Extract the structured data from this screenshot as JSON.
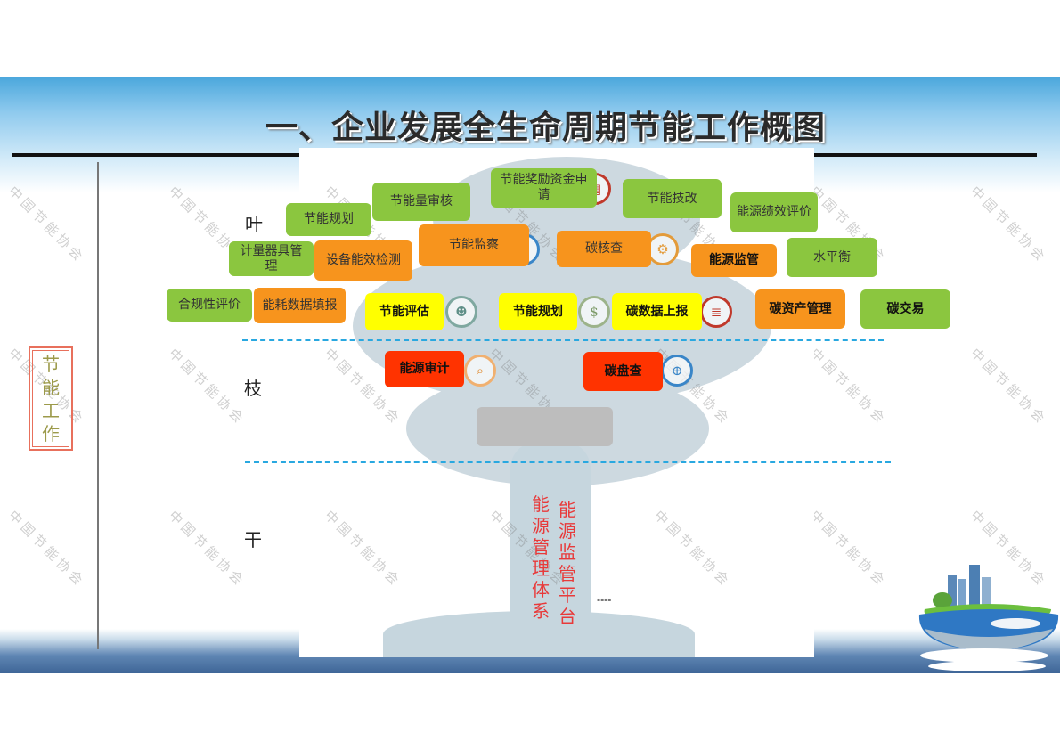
{
  "title": "一、企业发展全生命周期节能工作概图",
  "side_label": "节能工作",
  "side_label_chars": [
    "节",
    "能",
    "工",
    "作"
  ],
  "levels": {
    "leaf": "叶",
    "branch": "枝",
    "trunk": "干"
  },
  "watermark": "中国节能协会",
  "leaf_items": [
    {
      "label": "节能规划",
      "color": "green"
    },
    {
      "label": "节能量审核",
      "color": "green"
    },
    {
      "label": "节能奖励资金申请",
      "color": "green"
    },
    {
      "label": "节能技改",
      "color": "green"
    },
    {
      "label": "能源绩效评价",
      "color": "green"
    },
    {
      "label": "计量器具管理",
      "color": "green"
    },
    {
      "label": "设备能效检测",
      "color": "orange"
    },
    {
      "label": "节能监察",
      "color": "orange"
    },
    {
      "label": "碳核查",
      "color": "orange"
    },
    {
      "label": "能源监管",
      "color": "orange"
    },
    {
      "label": "水平衡",
      "color": "green"
    },
    {
      "label": "合规性评价",
      "color": "green"
    },
    {
      "label": "能耗数据填报",
      "color": "orange"
    },
    {
      "label": "节能评估",
      "color": "yellow"
    },
    {
      "label": "节能规划",
      "color": "yellow"
    },
    {
      "label": "碳数据上报",
      "color": "yellow"
    },
    {
      "label": "碳资产管理",
      "color": "orange"
    },
    {
      "label": "碳交易",
      "color": "green"
    }
  ],
  "branch_items": [
    {
      "label": "能源审计",
      "color": "red"
    },
    {
      "label": "碳盘查",
      "color": "red"
    },
    {
      "label": "",
      "color": "gray"
    }
  ],
  "trunk_items": [
    {
      "label": "能源管理体系",
      "chars": [
        "能",
        "源",
        "管",
        "理",
        "体",
        "系"
      ]
    },
    {
      "label": "能源监管平台",
      "chars": [
        "能",
        "源",
        "监",
        "管",
        "平",
        "台"
      ]
    }
  ],
  "icons": {
    "reward": "document-seal-icon",
    "supervision": "target-icon",
    "carbon_check": "gear-icon",
    "assessment": "people-icon",
    "planning": "money-bag-icon",
    "carbon_report": "coins-icon",
    "audit": "search-folder-icon",
    "carbon_inventory": "globe-icon"
  },
  "colors": {
    "green": "#8bc63f",
    "orange": "#f7941d",
    "yellow": "#ffff00",
    "red": "#ff3300",
    "dash": "#29a8e0",
    "trunk_text": "#e83a3a"
  }
}
